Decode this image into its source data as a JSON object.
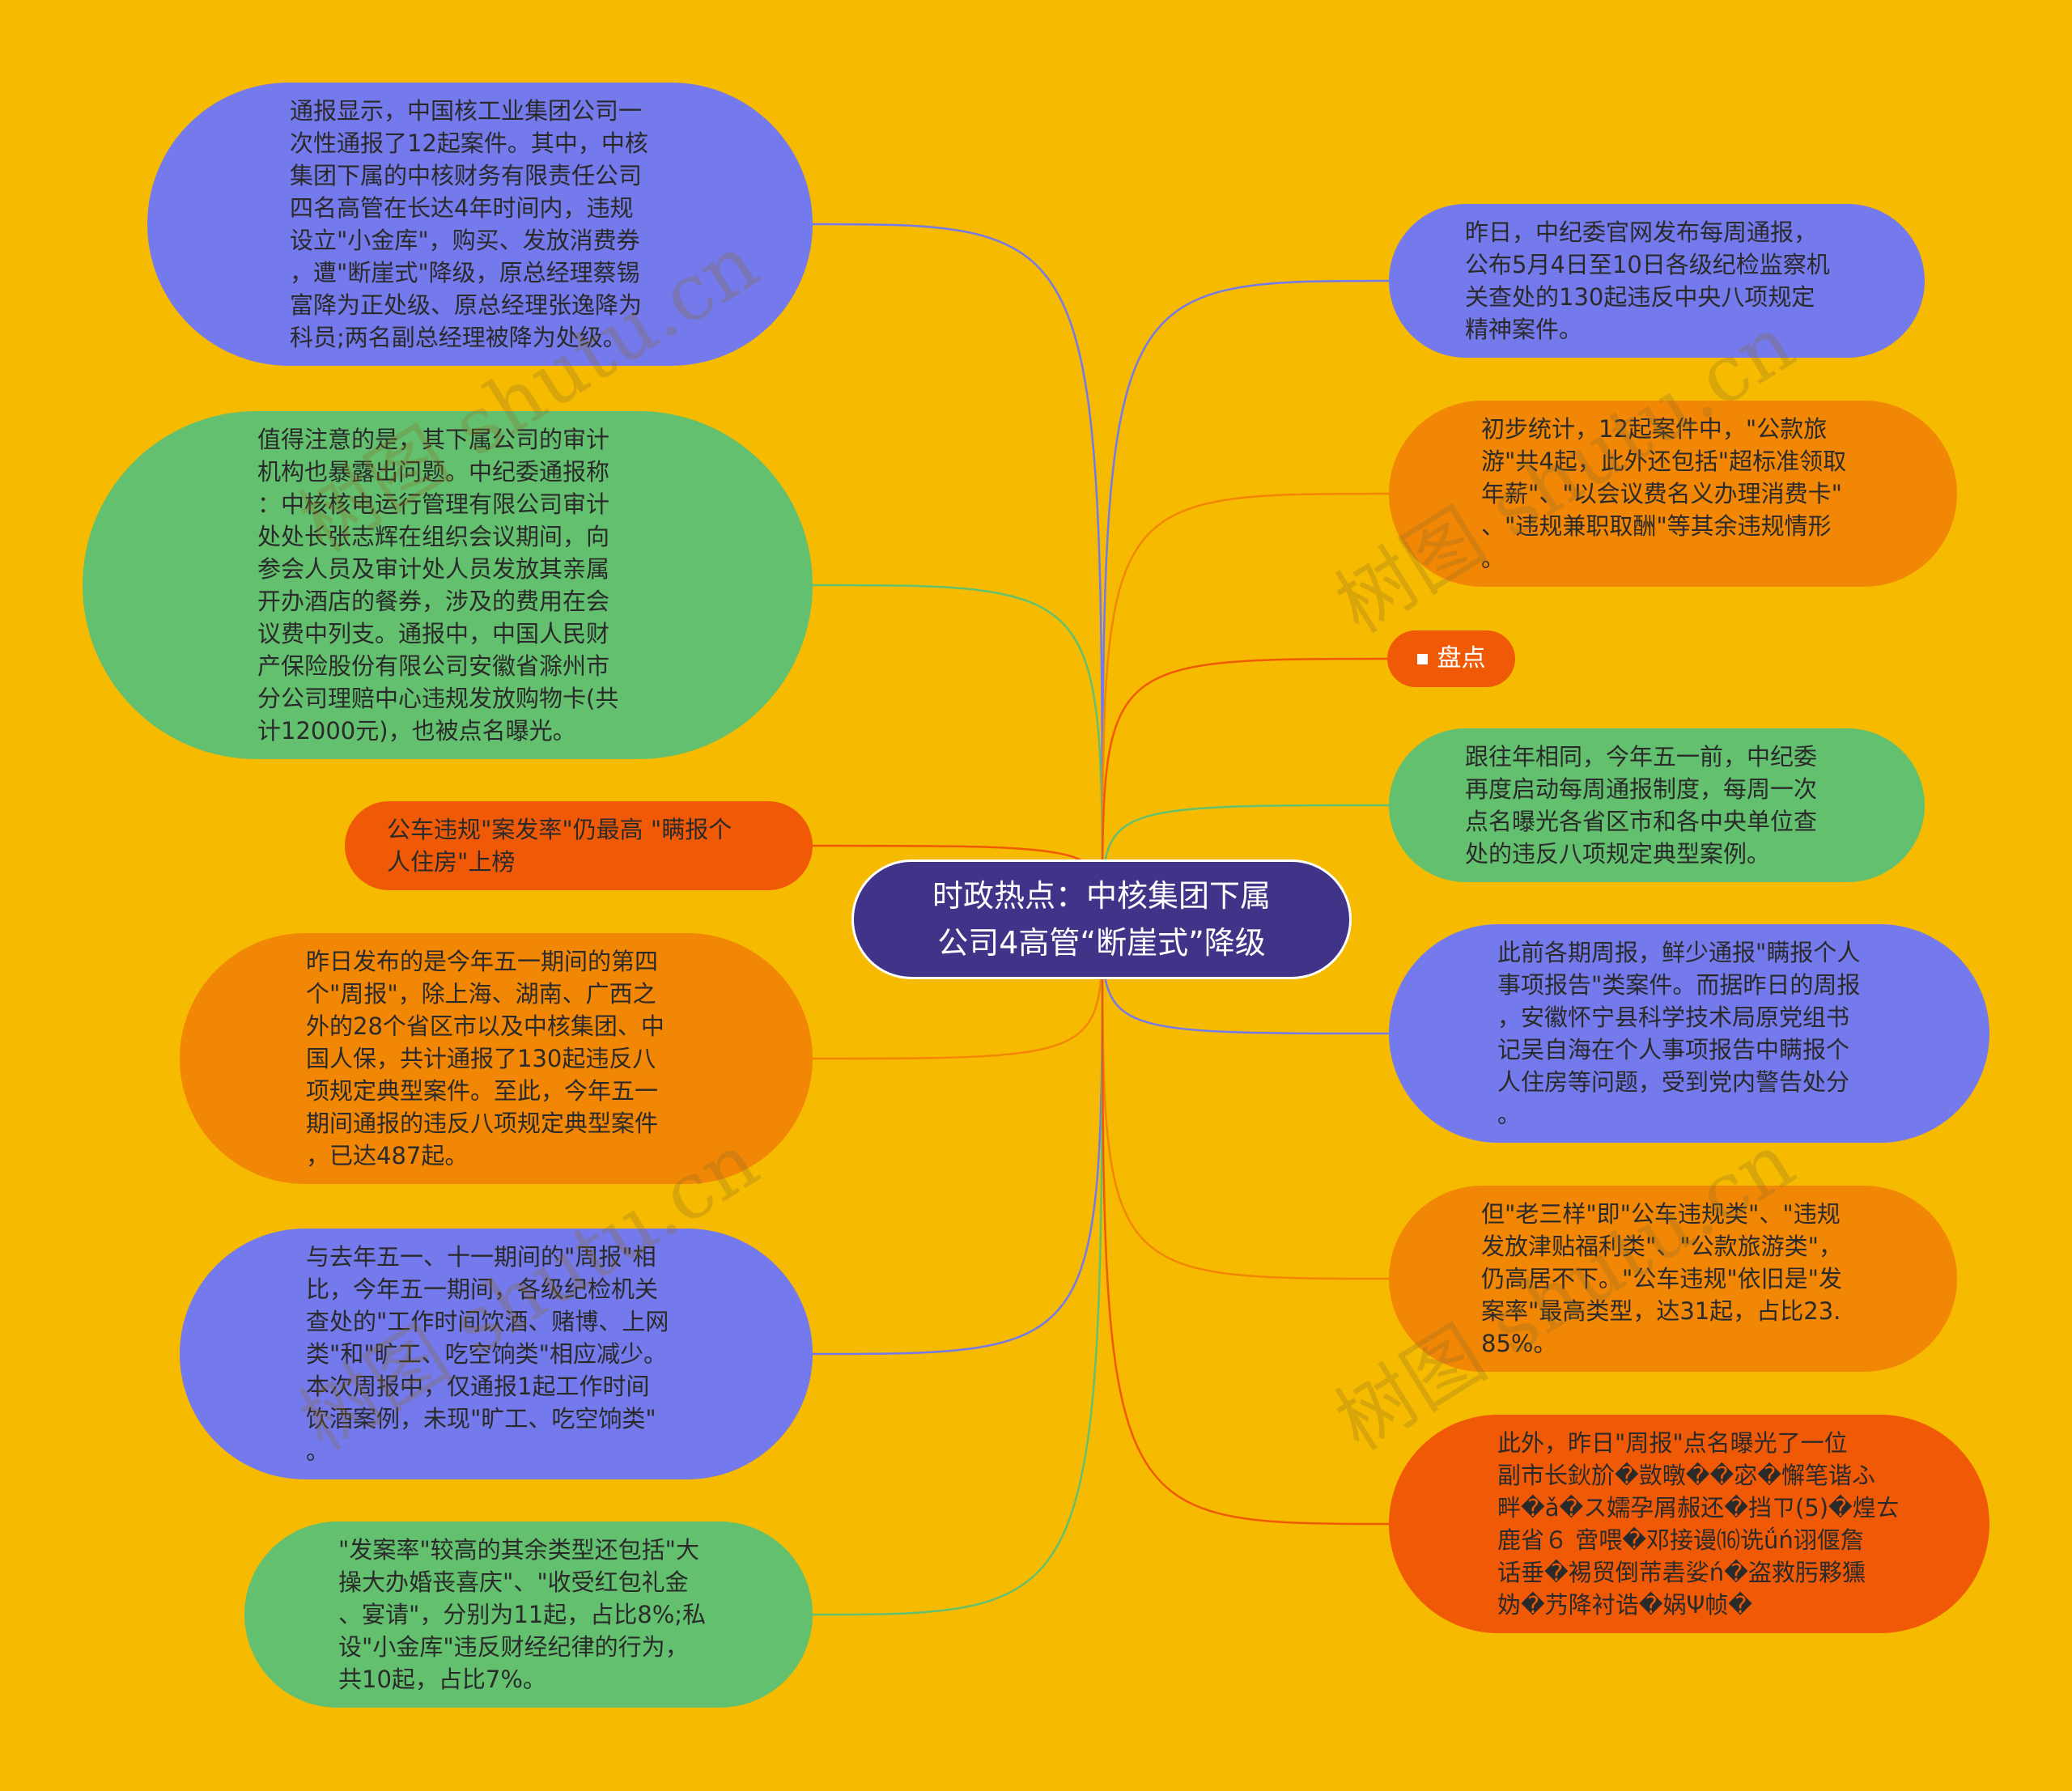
{
  "center": {
    "title": "时政热点：中核集团下属\n公司4高管“断崖式”降级"
  },
  "left_nodes": [
    {
      "id": "l1",
      "color": "#7479ec",
      "text": "通报显示，中国核工业集团公司一\n次性通报了12起案件。其中，中核\n集团下属的中核财务有限责任公司\n四名高管在长达4年时间内，违规\n设立\"小金库\"，购买、发放消费券\n，遭\"断崖式\"降级，原总经理蔡锡\n富降为正处级、原总经理张逸降为\n科员;两名副总经理被降为处级。"
    },
    {
      "id": "l2",
      "color": "#63c06e",
      "text": "值得注意的是，其下属公司的审计\n机构也暴露出问题。中纪委通报称\n：中核核电运行管理有限公司审计\n处处长张志辉在组织会议期间，向\n参会人员及审计处人员发放其亲属\n开办酒店的餐券，涉及的费用在会\n议费中列支。通报中，中国人民财\n产保险股份有限公司安徽省滁州市\n分公司理赔中心违规发放购物卡(共\n计12000元)，也被点名曝光。"
    },
    {
      "id": "l3",
      "color": "#f05a07",
      "text": "公车违规\"案发率\"仍最高 \"瞒报个\n人住房\"上榜"
    },
    {
      "id": "l4",
      "color": "#f28705",
      "text": "昨日发布的是今年五一期间的第四\n个\"周报\"，除上海、湖南、广西之\n外的28个省区市以及中核集团、中\n国人保，共计通报了130起违反八\n项规定典型案件。至此，今年五一\n期间通报的违反八项规定典型案件\n，已达487起。"
    },
    {
      "id": "l5",
      "color": "#7479ec",
      "text": "与去年五一、十一期间的\"周报\"相\n比，今年五一期间，各级纪检机关\n查处的\"工作时间饮酒、赌博、上网\n类\"和\"旷工、吃空饷类\"相应减少。\n本次周报中，仅通报1起工作时间\n饮酒案例，未现\"旷工、吃空饷类\"\n。"
    },
    {
      "id": "l6",
      "color": "#63c06e",
      "text": "\"发案率\"较高的其余类型还包括\"大\n操大办婚丧喜庆\"、\"收受红包礼金\n、宴请\"，分别为11起，占比8%;私\n设\"小金库\"违反财经纪律的行为，\n共10起，占比7%。"
    }
  ],
  "right_nodes": [
    {
      "id": "r1",
      "color": "#7479ec",
      "text": "昨日，中纪委官网发布每周通报，\n公布5月4日至10日各级纪检监察机\n关查处的130起违反中央八项规定\n精神案件。"
    },
    {
      "id": "r2",
      "color": "#f28705",
      "text": "初步统计，12起案件中，\"公款旅\n游\"共4起，此外还包括\"超标准领取\n年薪\"、\"以会议费名义办理消费卡\"\n、\"违规兼职取酬\"等其余违规情形\n。"
    },
    {
      "id": "r3",
      "color": "#f05a07",
      "text": "盘点"
    },
    {
      "id": "r4",
      "color": "#63c06e",
      "text": "跟往年相同，今年五一前，中纪委\n再度启动每周通报制度，每周一次\n点名曝光各省区市和各中央单位查\n处的违反八项规定典型案例。"
    },
    {
      "id": "r5",
      "color": "#7479ec",
      "text": "此前各期周报，鲜少通报\"瞒报个人\n事项报告\"类案件。而据昨日的周报\n，安徽怀宁县科学技术局原党组书\n记吴自海在个人事项报告中瞒报个\n人住房等问题，受到党内警告处分\n。"
    },
    {
      "id": "r6",
      "color": "#f28705",
      "text": "但\"老三样\"即\"公车违规类\"、\"违规\n发放津贴福利类\"、\"公款旅游类\"，\n仍高居不下。\"公车违规\"依旧是\"发\n案率\"最高类型，达31起，占比23.\n85%。"
    },
    {
      "id": "r7",
      "color": "#f05a07",
      "text": "此外，昨日\"周报\"点名曝光了一位\n副市长鈥斺�敳暾��宓�懈笔谐ふ\n畔�ǎ�ス嬬孕屑赧还�挡ㄗ(5)�煌ㄊ\n鹿省６ 啻喂�邓接谩⒃诜ǘń诩偃詹\n话垂�裼贸倒芾砉娑ń�盗救肟夥獯\n妫�艿降衬诰�娲Ψ帧�"
    }
  ],
  "watermarks": [
    "树图 shutu.cn",
    "树图 shutu.cn",
    "树图 shutu.cn",
    "树图 shutu.cn"
  ]
}
